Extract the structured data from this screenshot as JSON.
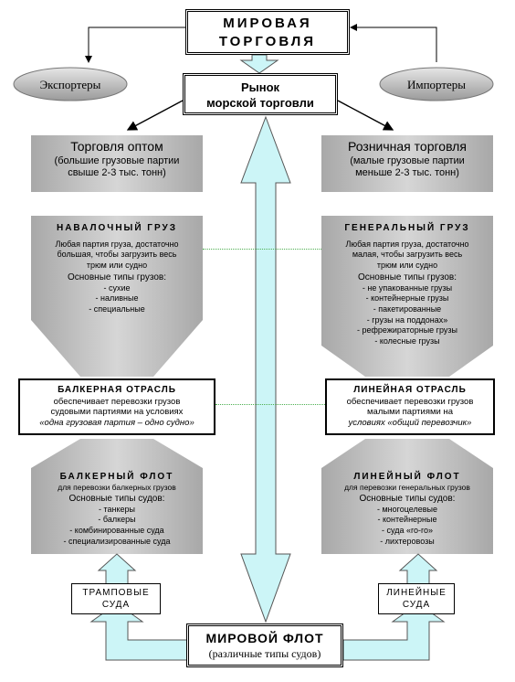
{
  "top": {
    "line1": "МИРОВАЯ",
    "line2": "ТОРГОВЛЯ"
  },
  "exporters": "Экспортеры",
  "importers": "Импортеры",
  "market": {
    "line1": "Рынок",
    "line2": "морской торговли"
  },
  "wholesale": {
    "title": "Торговля оптом",
    "line1": "(большие грузовые партии",
    "line2": "свыше 2-3 тыс. тонн)"
  },
  "retail": {
    "title": "Розничная торговля",
    "line1": "(малые грузовые партии",
    "line2": "меньше 2-3 тыс. тонн)"
  },
  "bulk_cargo": {
    "heading": "НАВАЛОЧНЫЙ ГРУЗ",
    "desc1": "Любая партия груза, достаточно",
    "desc2": "большая, чтобы загрузить весь",
    "desc3": "трюм или судно",
    "types_title": "Основные типы грузов:",
    "items": [
      "- сухие",
      "- наливные",
      "- специальные"
    ]
  },
  "general_cargo": {
    "heading": "ГЕНЕРАЛЬНЫЙ ГРУЗ",
    "desc1": "Любая партия груза, достаточно",
    "desc2": "малая, чтобы загрузить весь",
    "desc3": "трюм или судно",
    "types_title": "Основные типы грузов:",
    "items": [
      "- не упакованные грузы",
      "- контейнерные грузы",
      "- пакетированные",
      "- грузы на поддонах»",
      "- рефрежираторные грузы",
      "- колесные грузы"
    ]
  },
  "bulk_sector": {
    "heading": "БАЛКЕРНАЯ ОТРАСЛЬ",
    "line1": "обеспечивает перевозки грузов",
    "line2": "судовыми партиями на условиях",
    "line3": "«одна грузовая партия – одно судно»"
  },
  "liner_sector": {
    "heading": "ЛИНЕЙНАЯ ОТРАСЛЬ",
    "line1": "обеспечивает перевозки грузов",
    "line2": "малыми партиями на",
    "line3": "условиях «общий перевозчик»"
  },
  "bulk_fleet": {
    "heading": "БАЛКЕРНЫЙ ФЛОТ",
    "sub": "для перевозки балкерных грузов",
    "types_title": "Основные типы судов:",
    "items": [
      "- танкеры",
      "- балкеры",
      "- комбинированные суда",
      "- специализированные суда"
    ]
  },
  "liner_fleet": {
    "heading": "ЛИНЕЙНЫЙ ФЛОТ",
    "sub": "для перевозки генеральных грузов",
    "types_title": "Основные типы судов:",
    "items": [
      "- многоцелевые",
      "- контейнерные",
      "- суда «ro-ro»",
      "- лихтеровозы"
    ]
  },
  "tramp": {
    "line1": "ТРАМПОВЫЕ",
    "line2": "СУДА"
  },
  "liner": {
    "line1": "ЛИНЕЙНЫЕ",
    "line2": "СУДА"
  },
  "world_fleet": {
    "line1": "МИРОВОЙ ФЛОТ",
    "line2": "(различные типы судов)"
  },
  "colors": {
    "arrow_fill": "#ccf5f7",
    "gray_dark": "#8c8c8c",
    "gray_mid": "#b4b4b4",
    "gray_light": "#cfcfcf",
    "ellipse": "#c4c4c4"
  }
}
